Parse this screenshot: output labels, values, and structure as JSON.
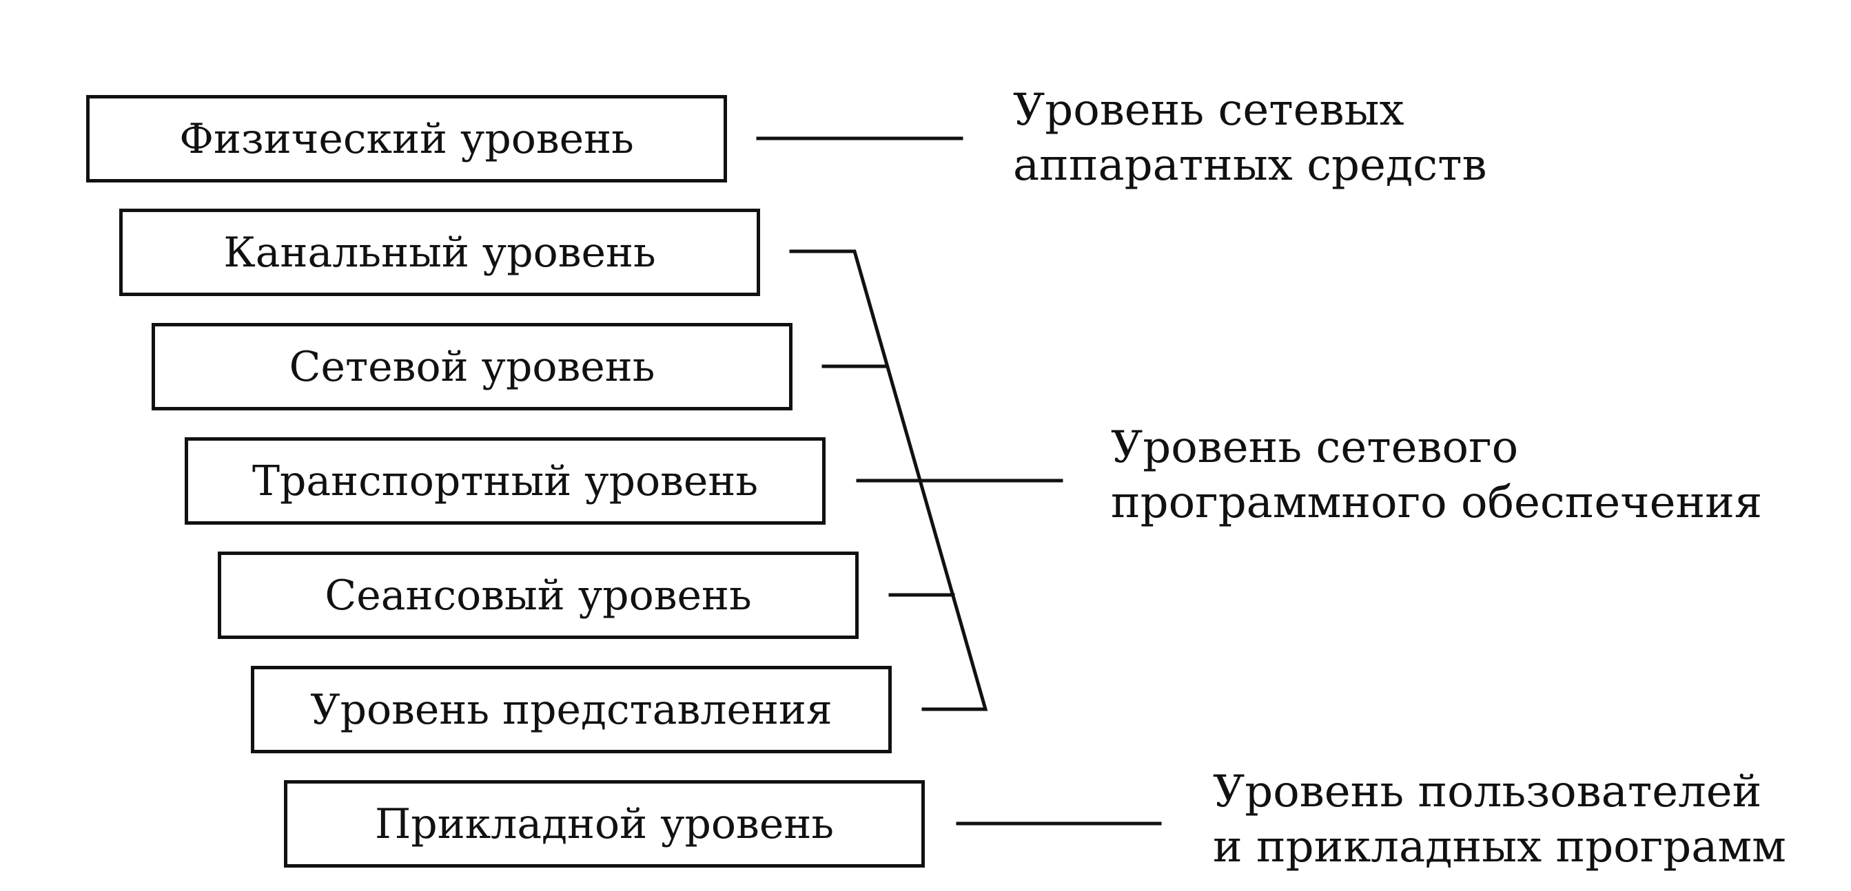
{
  "layers": [
    "Физический уровень",
    "Канальный уровень",
    "Сетевой уровень",
    "Транспортный уровень",
    "Сеансовый уровень",
    "Уровень представления",
    "Прикладной уровень"
  ],
  "groups": {
    "hardware": {
      "line1": "Уровень сетевых",
      "line2": "аппаратных средств"
    },
    "software": {
      "line1": "Уровень сетевого",
      "line2": "программного обеспечения"
    },
    "users": {
      "line1": "Уровень пользователей",
      "line2": "и прикладных программ"
    }
  }
}
